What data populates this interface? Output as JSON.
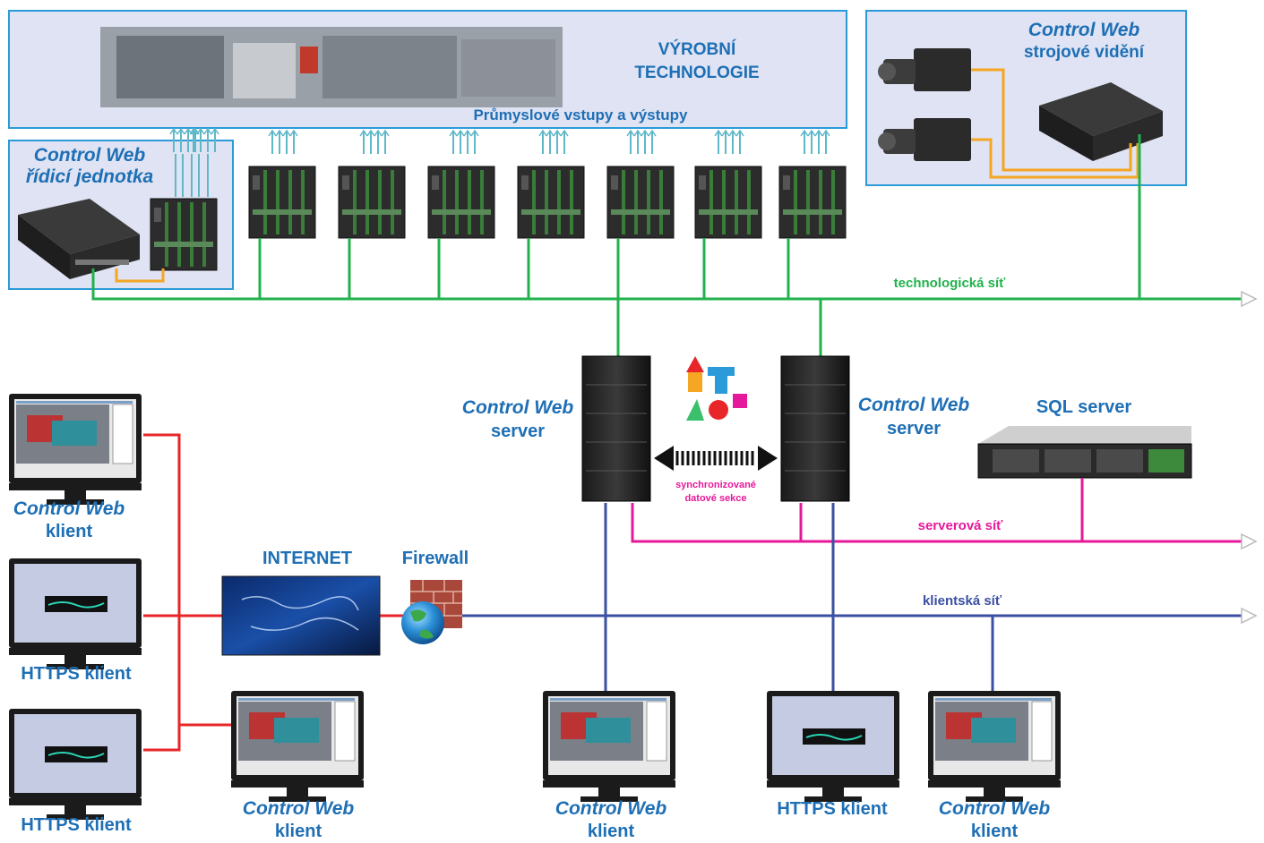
{
  "production": {
    "title_line1": "VÝROBNÍ",
    "title_line2": "TECHNOLOGIE",
    "io_label": "Průmyslové vstupy a výstupy"
  },
  "control_unit": {
    "line1": "Control Web",
    "line2": "řídicí jednotka"
  },
  "machine_vision": {
    "line1": "Control Web",
    "line2": "strojové vidění"
  },
  "networks": {
    "tech": "technologická síť",
    "server": "serverová síť",
    "client": "klientská síť"
  },
  "servers": {
    "left_line1": "Control Web",
    "left_line2": "server",
    "right_line1": "Control Web",
    "right_line2": "server",
    "sync_line1": "synchronizované",
    "sync_line2": "datové sekce",
    "sql": "SQL server"
  },
  "internet": "INTERNET",
  "firewall": "Firewall",
  "clients": {
    "cw_line1": "Control Web",
    "cw_line2": "klient",
    "https": "HTTPS klient"
  },
  "colors": {
    "tech_net": "#22b24c",
    "server_net": "#e6189a",
    "client_net": "#3b4fa3",
    "internet_link": "#e8262a",
    "label_blue": "#1e6fb5",
    "camera_link": "#f5a623"
  }
}
